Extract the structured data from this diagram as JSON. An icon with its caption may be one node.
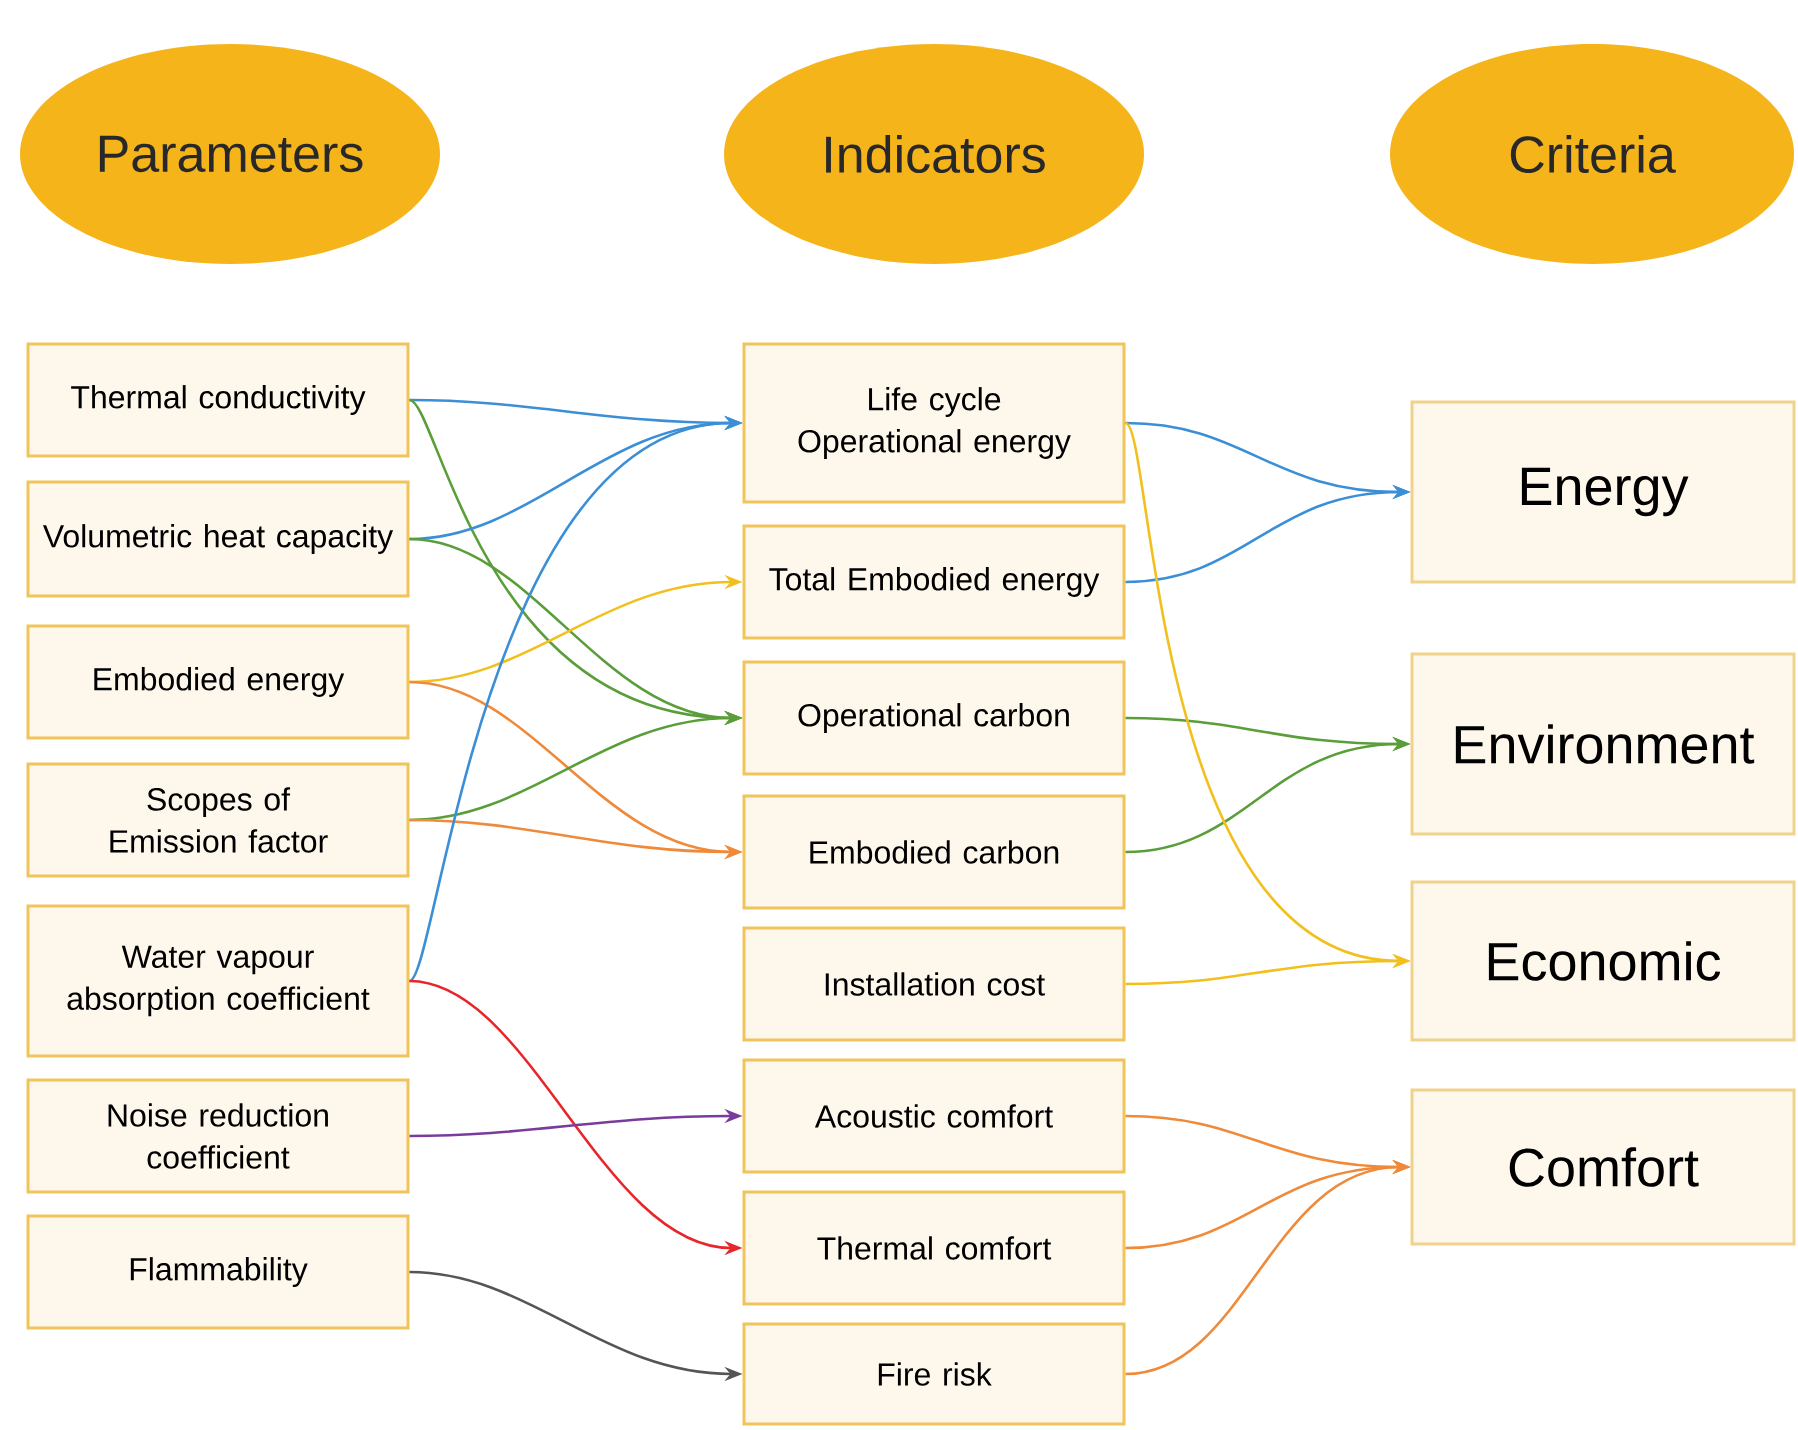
{
  "diagram": {
    "nodes": [
      {
        "text": [
          "Parameters"
        ]
      },
      {
        "text": [
          "Indicators"
        ]
      },
      {
        "text": [
          "Criteria"
        ]
      },
      {
        "text": [
          "Thermal conductivity"
        ]
      },
      {
        "text": [
          "Volumetric heat capacity"
        ]
      },
      {
        "text": [
          "Embodied energy"
        ]
      },
      {
        "text": [
          "Scopes of Emission factor"
        ]
      },
      {
        "text": [
          "Water vapour absorption coefficient"
        ]
      },
      {
        "text": [
          "Noise reduction coefficient"
        ]
      },
      {
        "text": [
          "Flammability"
        ]
      },
      {
        "text": [
          "Life cycle Operational energy"
        ]
      },
      {
        "text": [
          "Total Embodied energy"
        ]
      },
      {
        "text": [
          "Operational carbon"
        ]
      },
      {
        "text": [
          "Embodied carbon"
        ]
      },
      {
        "text": [
          "Installation cost"
        ]
      },
      {
        "text": [
          "Acoustic comfort"
        ]
      },
      {
        "text": [
          "Thermal comfort"
        ]
      },
      {
        "text": [
          "Fire risk"
        ]
      },
      {
        "text": [
          "Energy"
        ]
      },
      {
        "text": [
          "Environment"
        ]
      },
      {
        "text": [
          "Economic"
        ]
      },
      {
        "text": [
          "Comfort"
        ]
      }
    ],
    "edges": [
      {
        "from": 3,
        "to": 10,
        "arrow": "to",
        "color": "#3b8fd6"
      },
      {
        "from": 3,
        "to": 12,
        "arrow": "to",
        "color": "#5a9e3a"
      },
      {
        "from": 4,
        "to": 10,
        "arrow": "to",
        "color": "#3b8fd6"
      },
      {
        "from": 4,
        "to": 12,
        "arrow": "to",
        "color": "#5a9e3a"
      },
      {
        "from": 5,
        "to": 11,
        "arrow": "to",
        "color": "#f2c01e"
      },
      {
        "from": 5,
        "to": 13,
        "arrow": "to",
        "color": "#ef8a3a"
      },
      {
        "from": 6,
        "to": 12,
        "arrow": "to",
        "color": "#5a9e3a"
      },
      {
        "from": 6,
        "to": 13,
        "arrow": "to",
        "color": "#ef8a3a"
      },
      {
        "from": 7,
        "to": 10,
        "arrow": "to",
        "color": "#3b8fd6"
      },
      {
        "from": 7,
        "to": 16,
        "arrow": "to",
        "color": "#e8262a"
      },
      {
        "from": 8,
        "to": 15,
        "arrow": "to",
        "color": "#7a3c9c"
      },
      {
        "from": 9,
        "to": 17,
        "arrow": "to",
        "color": "#555555"
      },
      {
        "from": 10,
        "to": 18,
        "arrow": "to",
        "color": "#3b8fd6"
      },
      {
        "from": 11,
        "to": 18,
        "arrow": "to",
        "color": "#3b8fd6"
      },
      {
        "from": 12,
        "to": 19,
        "arrow": "to",
        "color": "#5a9e3a"
      },
      {
        "from": 13,
        "to": 19,
        "arrow": "to",
        "color": "#5a9e3a"
      },
      {
        "from": 10,
        "to": 20,
        "arrow": "to",
        "color": "#f2c01e"
      },
      {
        "from": 14,
        "to": 20,
        "arrow": "to",
        "color": "#f2c01e"
      },
      {
        "from": 15,
        "to": 21,
        "arrow": "to",
        "color": "#ef8a3a"
      },
      {
        "from": 16,
        "to": 21,
        "arrow": "to",
        "color": "#ef8a3a"
      },
      {
        "from": 17,
        "to": 21,
        "arrow": "to",
        "color": "#ef8a3a"
      }
    ]
  }
}
